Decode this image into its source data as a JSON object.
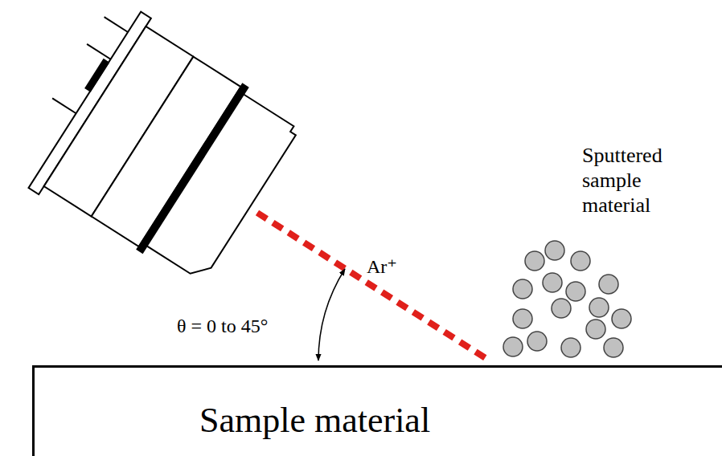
{
  "diagram": {
    "nodes": [
      {
        "text": [
          "Sample material"
        ]
      }
    ],
    "labels": [
      "Ar⁺",
      "θ = 0 to 45°",
      "Sputtered sample material"
    ]
  }
}
